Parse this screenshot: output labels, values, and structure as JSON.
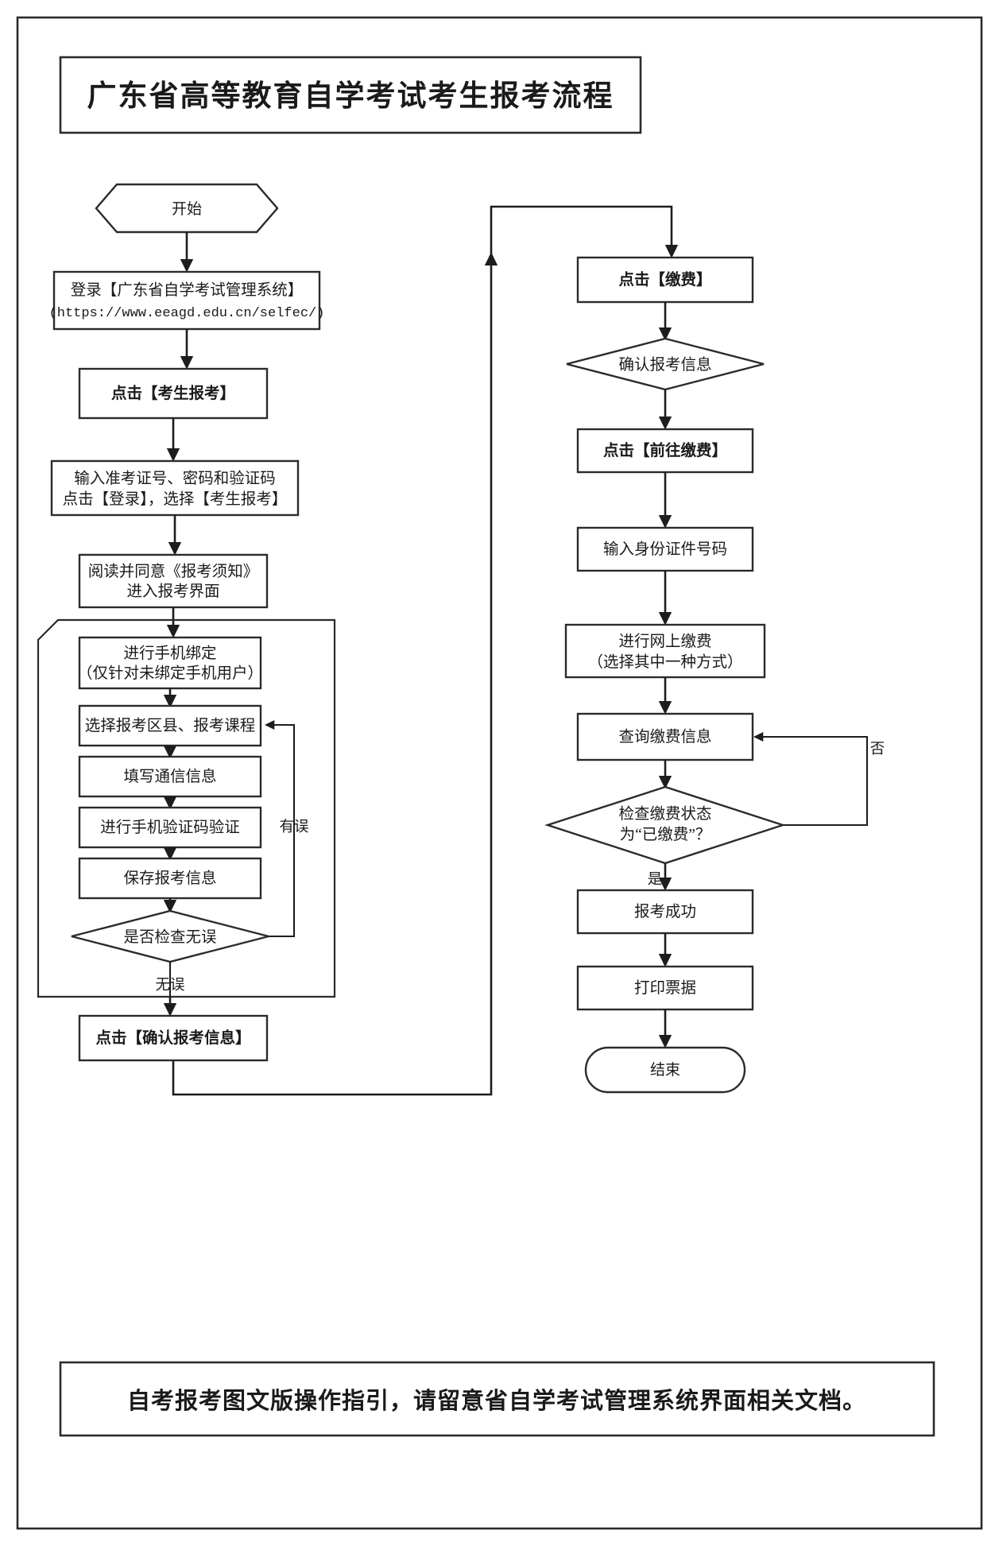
{
  "document": {
    "title": "广东省高等教育自学考试考生报考流程",
    "footer_note": "自考报考图文版操作指引，请留意省自学考试管理系统界面相关文档。"
  },
  "flow": {
    "start_label": "开始",
    "end_label": "结束",
    "left_column": {
      "login_line1": "登录【广东省自学考试管理系统】",
      "login_line2": "(https://www.eeagd.edu.cn/selfec/)",
      "click_exam_registration": "点击【考生报考】",
      "enter_credentials_line1": "输入准考证号、密码和验证码",
      "enter_credentials_line2": "点击【登录】，选择【考生报考】",
      "read_notice_line1": "阅读并同意《报考须知》",
      "read_notice_line2": "进入报考界面",
      "bind_phone_line1": "进行手机绑定",
      "bind_phone_line2": "（仅针对未绑定手机用户）",
      "select_district_course": "选择报考区县、报考课程",
      "fill_contact_info": "填写通信信息",
      "verify_sms_code": "进行手机验证码验证",
      "save_registration_info": "保存报考信息",
      "check_decision": "是否检查无误",
      "edge_has_error": "有误",
      "edge_no_error": "无误",
      "confirm_registration": "点击【确认报考信息】"
    },
    "right_column": {
      "click_pay": "点击【缴费】",
      "confirm_info": "确认报考信息",
      "click_go_pay": "点击【前往缴费】",
      "enter_id_number": "输入身份证件号码",
      "online_payment_line1": "进行网上缴费",
      "online_payment_line2": "（选择其中一种方式）",
      "query_payment_info": "查询缴费信息",
      "payment_status_line1": "检查缴费状态",
      "payment_status_line2": "为“已缴费”？",
      "edge_no": "否",
      "edge_yes": "是",
      "registration_success": "报考成功",
      "print_receipt": "打印票据"
    }
  },
  "colors": {
    "stroke": "#2b2b2b",
    "connector": "#1d1d1d",
    "text": "#1a1a1a",
    "background": "#ffffff"
  }
}
